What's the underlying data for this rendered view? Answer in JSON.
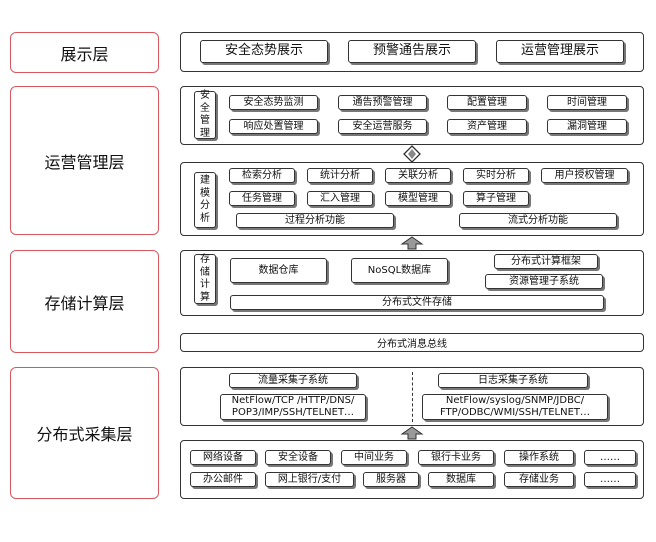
{
  "layers": {
    "display": "展示层",
    "operation": "运营管理层",
    "storage": "存储计算层",
    "collection": "分布式采集层"
  },
  "display_items": [
    "安全态势展示",
    "预警通告展示",
    "运营管理展示"
  ],
  "security_mgmt": {
    "label": [
      "安",
      "全",
      "管",
      "理"
    ],
    "row1": [
      "安全态势监测",
      "通告预警管理",
      "配置管理",
      "时间管理"
    ],
    "row2": [
      "响应处置管理",
      "安全运营服务",
      "资产管理",
      "漏洞管理"
    ]
  },
  "modeling": {
    "label": [
      "建",
      "模",
      "分",
      "析"
    ],
    "row1": [
      "检索分析",
      "统计分析",
      "关联分析",
      "实时分析",
      "用户授权管理"
    ],
    "row2": [
      "任务管理",
      "汇入管理",
      "模型管理",
      "算子管理"
    ],
    "row3": [
      "过程分析功能",
      "流式分析功能"
    ]
  },
  "storage_compute": {
    "label": [
      "存",
      "储",
      "计",
      "算"
    ],
    "data_warehouse": "数据仓库",
    "nosql": "NoSQL数据库",
    "dist_compute": "分布式计算框架",
    "resource_mgmt": "资源管理子系统",
    "file_storage": "分布式文件存储"
  },
  "message_bus": "分布式消息总线",
  "collectors": {
    "flow_title": "流量采集子系统",
    "flow_protocols": "NetFlow/TCP /HTTP/DNS/ POP3/IMP/SSH/TELNET…",
    "log_title": "日志采集子系统",
    "log_protocols": "NetFlow/syslog/SNMP/JDBC/ FTP/ODBC/WMI/SSH/TELNET…"
  },
  "sources": {
    "row1": [
      "网络设备",
      "安全设备",
      "中间业务",
      "银行卡业务",
      "操作系统",
      "……"
    ],
    "row2": [
      "办公邮件",
      "网上银行/支付",
      "服务器",
      "数据库",
      "存储业务",
      "……"
    ]
  }
}
